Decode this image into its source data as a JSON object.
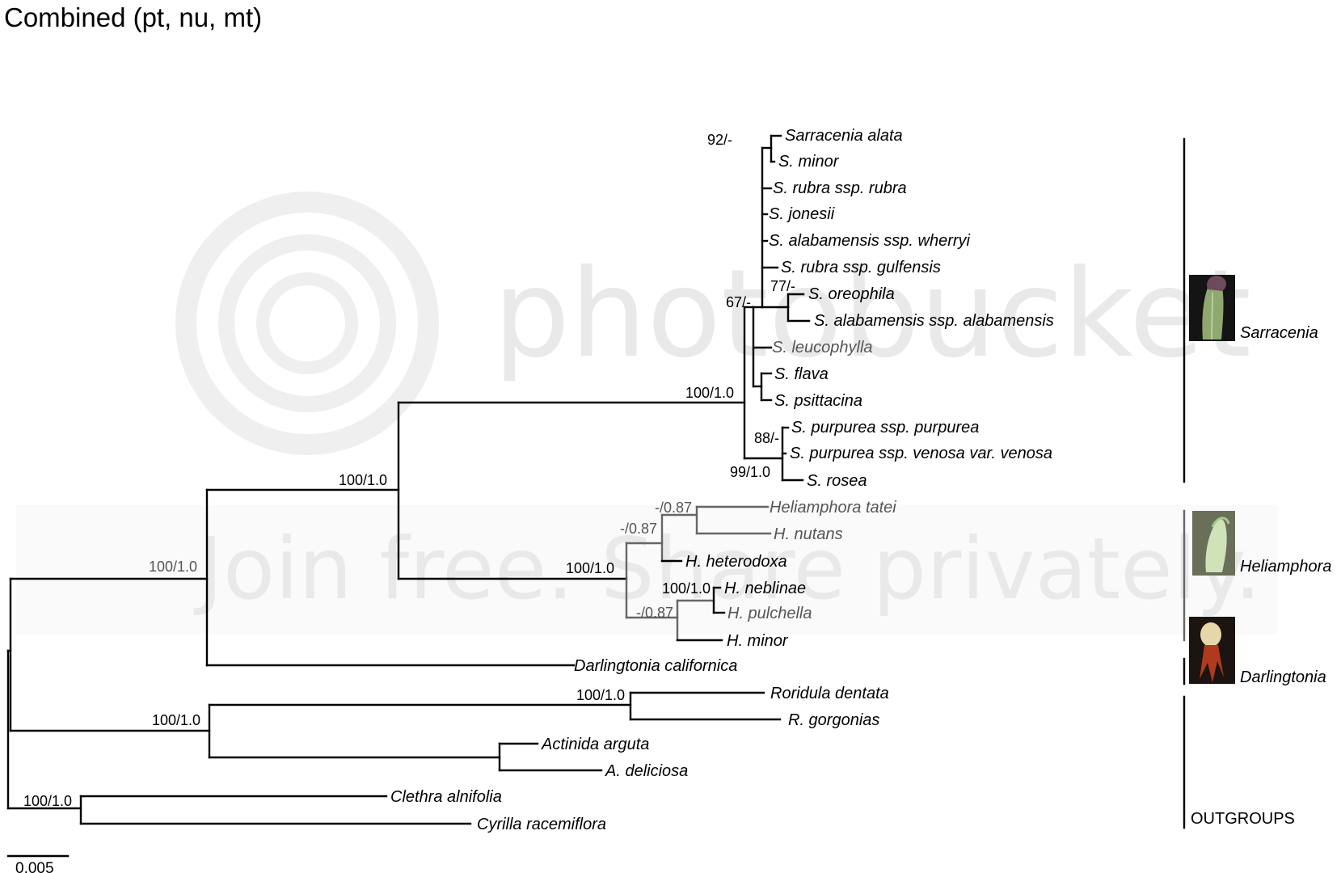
{
  "title": "Combined (pt, nu, mt)",
  "scale_label": "0.005",
  "watermark": {
    "line1": "photobucket",
    "line2": "Join free. Share privately."
  },
  "taxa": [
    "Sarracenia alata",
    "S. minor",
    "S. rubra ssp. rubra",
    "S. jonesii",
    "S. alabamensis ssp. wherryi",
    "S. rubra ssp. gulfensis",
    "S. oreophila",
    "S. alabamensis ssp. alabamensis",
    "S. leucophylla",
    "S. flava",
    "S. psittacina",
    "S. purpurea ssp. purpurea",
    "S. purpurea ssp. venosa var. venosa",
    "S. rosea",
    "Heliamphora tatei",
    "H. nutans",
    "H. heterodoxa",
    "H. neblinae",
    "H. pulchella",
    "H. minor",
    "Darlingtonia californica",
    "Roridula dentata",
    "R. gorgonias",
    "Actinida arguta",
    "A. deliciosa",
    "Clethra alnifolia",
    "Cyrilla racemiflora"
  ],
  "support_values": [
    "92/-",
    "77/-",
    "67/-",
    "100/1.0",
    "88/-",
    "99/1.0",
    "100/1.0",
    "-/0.87",
    "-/0.87",
    "100/1.0",
    "100/1.0",
    "-/0.87",
    "100/1.0",
    "100/1.0",
    "100/1.0",
    "100/1.0"
  ],
  "clades": [
    "Sarracenia",
    "Heliamphora",
    "Darlingtonia",
    "OUTGROUPS"
  ],
  "colors": {
    "branch": "#000000",
    "branch_gray": "#666666",
    "text_gray": "#555555"
  }
}
